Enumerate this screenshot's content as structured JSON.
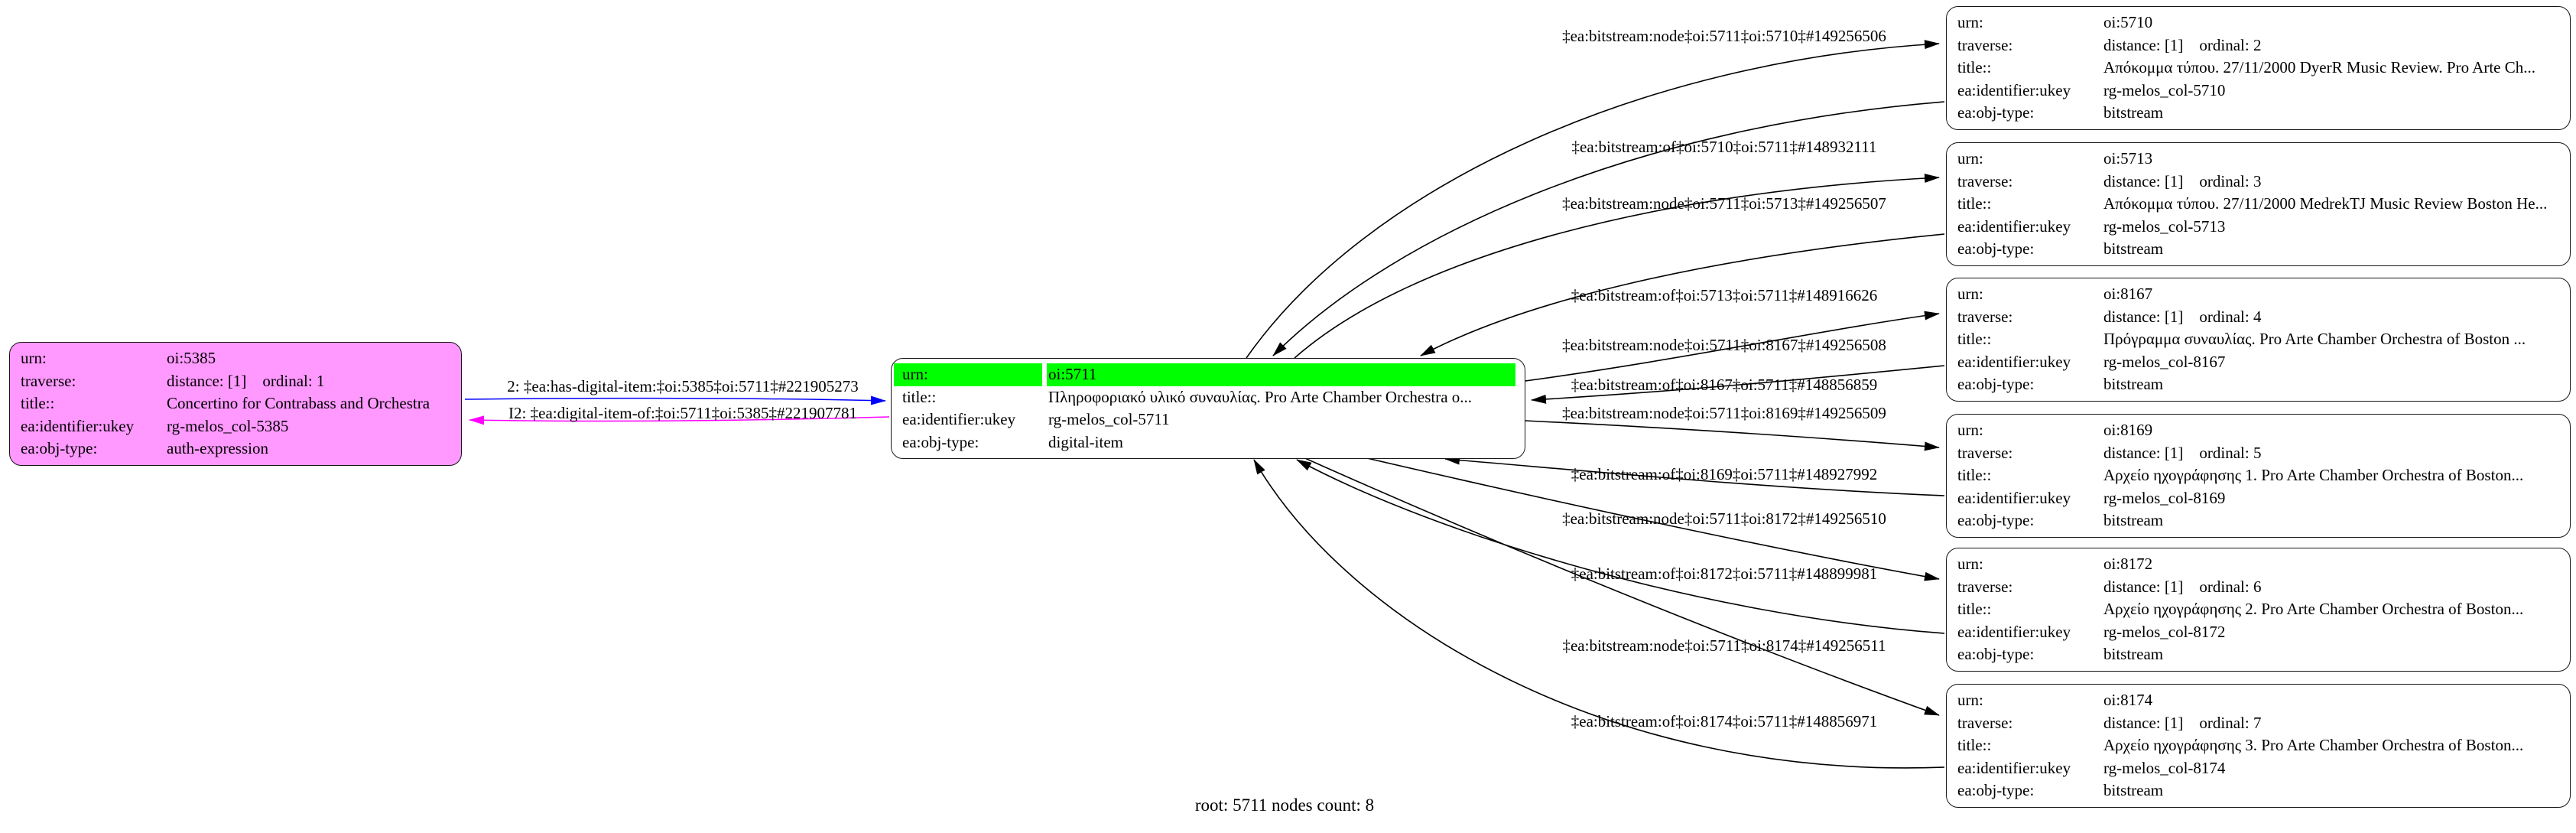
{
  "caption": "root: 5711 nodes count: 8",
  "colors": {
    "root_node_fill": "#ff99ff",
    "highlight_fill": "#00ff00",
    "outgoing_edge": "#0000ff",
    "incoming_edge": "#ff00ff",
    "default_edge": "#000000"
  },
  "left_edges": [
    {
      "label": "2: ‡ea:has-digital-item:‡oi:5385‡oi:5711‡#221905273"
    },
    {
      "label": "I2: ‡ea:digital-item-of:‡oi:5711‡oi:5385‡#221907781"
    }
  ],
  "right_edges": [
    {
      "label": "‡ea:bitstream:node‡oi:5711‡oi:5710‡#149256506"
    },
    {
      "label": "‡ea:bitstream:of‡oi:5710‡oi:5711‡#148932111"
    },
    {
      "label": "‡ea:bitstream:node‡oi:5711‡oi:5713‡#149256507"
    },
    {
      "label": "‡ea:bitstream:of‡oi:5713‡oi:5711‡#148916626"
    },
    {
      "label": "‡ea:bitstream:node‡oi:5711‡oi:8167‡#149256508"
    },
    {
      "label": "‡ea:bitstream:of‡oi:8167‡oi:5711‡#148856859"
    },
    {
      "label": "‡ea:bitstream:node‡oi:5711‡oi:8169‡#149256509"
    },
    {
      "label": "‡ea:bitstream:of‡oi:8169‡oi:5711‡#148927992"
    },
    {
      "label": "‡ea:bitstream:node‡oi:5711‡oi:8172‡#149256510"
    },
    {
      "label": "‡ea:bitstream:of‡oi:8172‡oi:5711‡#148899981"
    },
    {
      "label": "‡ea:bitstream:node‡oi:5711‡oi:8174‡#149256511"
    },
    {
      "label": "‡ea:bitstream:of‡oi:8174‡oi:5711‡#148856971"
    }
  ],
  "nodes": {
    "root": {
      "rows": [
        {
          "key": "urn:",
          "value": "oi:5385"
        },
        {
          "key": "traverse:",
          "value": "distance: [1]    ordinal: 1"
        },
        {
          "key": "title::",
          "value": "Concertino for Contrabass and Orchestra"
        },
        {
          "key": "ea:identifier:ukey",
          "value": "rg-melos_col-5385"
        },
        {
          "key": "ea:obj-type:",
          "value": "auth-expression"
        }
      ]
    },
    "center": {
      "rows": [
        {
          "key": "urn:",
          "value": "oi:5711"
        },
        {
          "key": "title::",
          "value": "Πληροφοριακό υλικό συναυλίας. Pro Arte Chamber Orchestra o..."
        },
        {
          "key": "ea:identifier:ukey",
          "value": "rg-melos_col-5711"
        },
        {
          "key": "ea:obj-type:",
          "value": "digital-item"
        }
      ]
    },
    "right": [
      {
        "rows": [
          {
            "key": "urn:",
            "value": "oi:5710"
          },
          {
            "key": "traverse:",
            "value": "distance: [1]    ordinal: 2"
          },
          {
            "key": "title::",
            "value": "Απόκομμα τύπου. 27/11/2000 DyerR Music Review. Pro Arte Ch..."
          },
          {
            "key": "ea:identifier:ukey",
            "value": "rg-melos_col-5710"
          },
          {
            "key": "ea:obj-type:",
            "value": "bitstream"
          }
        ]
      },
      {
        "rows": [
          {
            "key": "urn:",
            "value": "oi:5713"
          },
          {
            "key": "traverse:",
            "value": "distance: [1]    ordinal: 3"
          },
          {
            "key": "title::",
            "value": "Απόκομμα τύπου. 27/11/2000 MedrekTJ Music Review Boston He..."
          },
          {
            "key": "ea:identifier:ukey",
            "value": "rg-melos_col-5713"
          },
          {
            "key": "ea:obj-type:",
            "value": "bitstream"
          }
        ]
      },
      {
        "rows": [
          {
            "key": "urn:",
            "value": "oi:8167"
          },
          {
            "key": "traverse:",
            "value": "distance: [1]    ordinal: 4"
          },
          {
            "key": "title::",
            "value": "Πρόγραμμα συναυλίας. Pro Arte Chamber Orchestra of Boston ..."
          },
          {
            "key": "ea:identifier:ukey",
            "value": "rg-melos_col-8167"
          },
          {
            "key": "ea:obj-type:",
            "value": "bitstream"
          }
        ]
      },
      {
        "rows": [
          {
            "key": "urn:",
            "value": "oi:8169"
          },
          {
            "key": "traverse:",
            "value": "distance: [1]    ordinal: 5"
          },
          {
            "key": "title::",
            "value": "Αρχείο ηχογράφησης 1. Pro Arte Chamber Orchestra of Boston..."
          },
          {
            "key": "ea:identifier:ukey",
            "value": "rg-melos_col-8169"
          },
          {
            "key": "ea:obj-type:",
            "value": "bitstream"
          }
        ]
      },
      {
        "rows": [
          {
            "key": "urn:",
            "value": "oi:8172"
          },
          {
            "key": "traverse:",
            "value": "distance: [1]    ordinal: 6"
          },
          {
            "key": "title::",
            "value": "Αρχείο ηχογράφησης 2. Pro Arte Chamber Orchestra of Boston..."
          },
          {
            "key": "ea:identifier:ukey",
            "value": "rg-melos_col-8172"
          },
          {
            "key": "ea:obj-type:",
            "value": "bitstream"
          }
        ]
      },
      {
        "rows": [
          {
            "key": "urn:",
            "value": "oi:8174"
          },
          {
            "key": "traverse:",
            "value": "distance: [1]    ordinal: 7"
          },
          {
            "key": "title::",
            "value": "Αρχείο ηχογράφησης 3. Pro Arte Chamber Orchestra of Boston..."
          },
          {
            "key": "ea:identifier:ukey",
            "value": "rg-melos_col-8174"
          },
          {
            "key": "ea:obj-type:",
            "value": "bitstream"
          }
        ]
      }
    ]
  }
}
